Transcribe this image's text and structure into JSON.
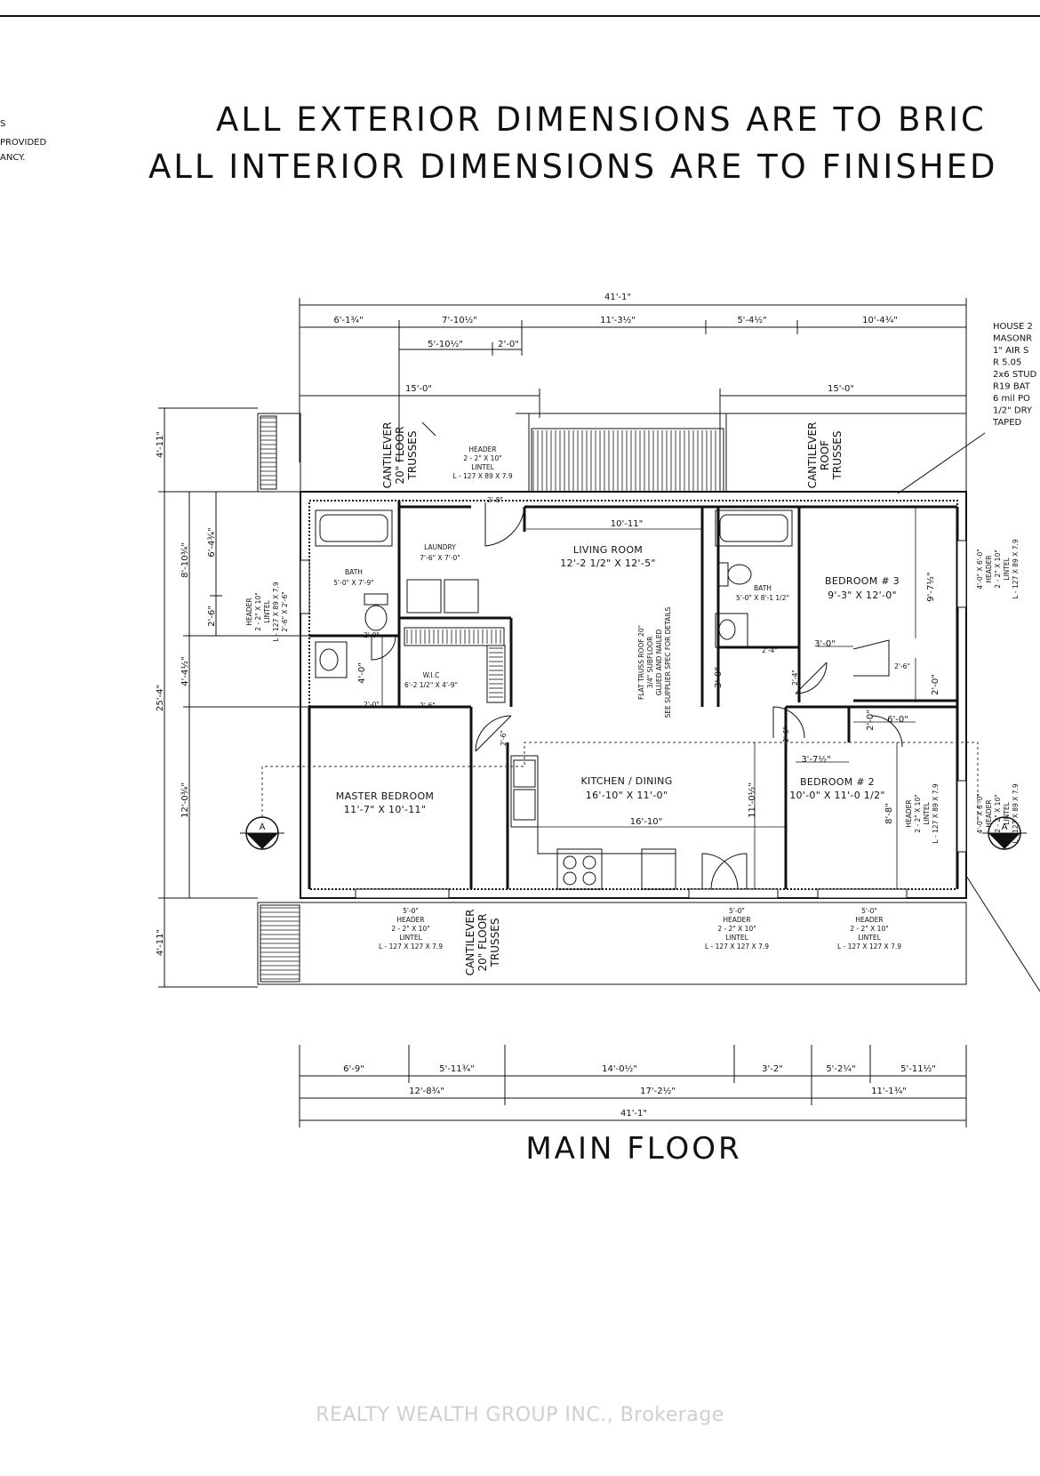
{
  "header_note": {
    "line1": "ALL EXTERIOR DIMENSIONS ARE TO BRIC",
    "line2": "ALL INTERIOR DIMENSIONS ARE TO FINISHED"
  },
  "left_cut_note": {
    "line0": "S",
    "line1": "PROVIDED",
    "line2": "ANCY."
  },
  "right_note": [
    "HOUSE 2",
    "MASONR",
    "1\" AIR S",
    "R 5.05",
    "2x6 STUD",
    "R19 BAT",
    "6 mil PO",
    "1/2\" DRY",
    "TAPED"
  ],
  "rooms": {
    "living": {
      "name": "LIVING ROOM",
      "size": "12'-2 1/2\" X 12'-5\""
    },
    "laundry": {
      "name": "LAUNDRY",
      "size": "7'-6\" X 7'-0\""
    },
    "bath1": {
      "name": "BATH",
      "size": "5'-0\" X 7'-9\""
    },
    "wic": {
      "name": "W.I.C",
      "size": "6'-2 1/2\" X 4'-9\""
    },
    "bath2": {
      "name": "BATH",
      "size": "5'-0\" X 8'-1 1/2\""
    },
    "bedroom3": {
      "name": "BEDROOM # 3",
      "size": "9'-3\" X 12'-0\""
    },
    "master": {
      "name": "MASTER BEDROOM",
      "size": "11'-7\" X 10'-11\""
    },
    "kitchen": {
      "name": "KITCHEN / DINING",
      "size": "16'-10\" X 11'-0\""
    },
    "bedroom2": {
      "name": "BEDROOM # 2",
      "size": "10'-0\" X 11'-0 1/2\""
    }
  },
  "top_dims": {
    "overall": "41'-1\"",
    "seg1": "6'-1¾\"",
    "seg2": "7'-10½\"",
    "seg3": "11'-3½\"",
    "seg4": "5'-4½\"",
    "seg5": "10'-4¾\"",
    "sub1": "5'-10½\"",
    "sub2": "2'-0\"",
    "left15": "15'-0\"",
    "right15": "15'-0\""
  },
  "bottom_dims": {
    "seg1": "6'-9\"",
    "seg2": "5'-11¾\"",
    "seg3": "14'-0½\"",
    "seg4": "3'-2\"",
    "seg5": "5'-2¼\"",
    "seg6": "5'-11½\"",
    "mid1": "12'-8¾\"",
    "mid2": "17'-2½\"",
    "mid3": "11'-1¾\"",
    "overall": "41'-1\""
  },
  "left_dims": {
    "top": "4'-11\"",
    "a": "8'-10¾\"",
    "b": "6'-4¾\"",
    "c": "2'-6\"",
    "d": "4'-4½\"",
    "total": "25'-4\"",
    "e": "12'-0¾\"",
    "bottom": "4'-11\""
  },
  "interior_dims": {
    "living_width": "10'-11\"",
    "kitchen_width": "16'-10\"",
    "bed3_h": "9'-7½\"",
    "hall_3_0": "3'-0\"",
    "hall_6_0": "6'-0\"",
    "hall_3_7": "3'-7½\"",
    "kitchen_h": "11'-0½\"",
    "bed2_h": "8'-8\"",
    "bath_4_0": "4'-0\"",
    "door_2_0a": "2'-0\"",
    "door_2_0b": "2'-0\"",
    "door_3_0": "3'-0\"",
    "door_2_0c": "2'-0\"",
    "door_2_0d": "2'-0\"",
    "door_2_6a": "2'-6\"",
    "door_2_6b": "2'-6\"",
    "door_2_8": "2'-8\"",
    "door_2_4a": "2'-4\"",
    "door_2_4b": "2'-4\"",
    "door_2_6c": "2'-6\"",
    "door_2_6d": "2'-6\""
  },
  "structural_notes": {
    "cantilever_floor": [
      "CANTILEVER",
      "20\" FLOOR",
      "TRUSSES"
    ],
    "cantilever_roof": [
      "CANTILEVER",
      "ROOF",
      "TRUSSES"
    ],
    "header_top": [
      "HEADER",
      "2 - 2\" X 10\"",
      "LINTEL",
      "L - 127 X 89 X 7.9"
    ],
    "header_left": [
      "HEADER",
      "2 - 2\" X 10\"",
      "LINTEL",
      "L - 127 X 89 X 7.9",
      "2'-6\" X 2'-6\""
    ],
    "header_right": [
      "4'-0\" X 6'-0\"",
      "HEADER",
      "2 - 2\" X 10\"",
      "LINTEL",
      "L - 127 X 89 X 7.9"
    ],
    "header_right2": [
      "HEADER",
      "2 - 2\" X 10\"",
      "LINTEL",
      "L - 127 X 89 X 7.9"
    ],
    "header_bottom": [
      "5'-0\"",
      "HEADER",
      "2 - 2\" X 10\"",
      "LINTEL",
      "L - 127 X 127 X 7.9"
    ],
    "flat_truss": [
      "FLAT TRUSS ROOF 20\"",
      "3/4\" SUBFLOOR",
      "GLUED AND NAILED",
      "SEE SUPPLIER SPEC FOR DETAILS"
    ]
  },
  "section_marker": "A",
  "floor_title": "MAIN FLOOR",
  "watermark": "REALTY WEALTH GROUP INC., Brokerage"
}
